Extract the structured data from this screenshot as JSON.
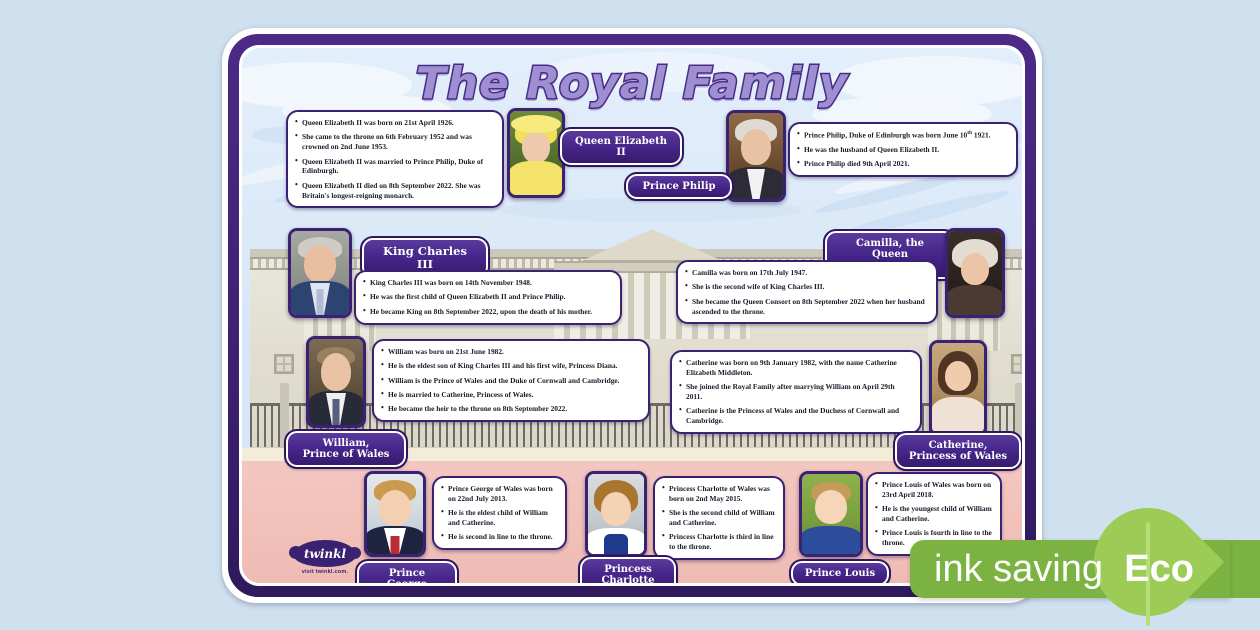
{
  "poster": {
    "title": "The Royal Family",
    "brand": {
      "name": "twinkl",
      "url": "visit twinkl.com."
    },
    "eco_badge": {
      "text": "ink saving",
      "word": "Eco"
    }
  },
  "colors": {
    "purple": "#3b2172",
    "purple_light": "#5a3a9b",
    "title_fill": "#9e8fd0",
    "sky": "#d7e6f7",
    "road": "#f2c1ba",
    "eco_green": "#7bb241",
    "leaf_green": "#9ccc55"
  },
  "members": [
    {
      "id": "queen-elizabeth-ii",
      "name": "Queen Elizabeth II",
      "facts": [
        "Queen Elizabeth II was born on 21st April 1926.",
        "She came to the throne on 6th February 1952 and was crowned on 2nd June 1953.",
        "Queen Elizabeth II was married to Prince Philip, Duke of Edinburgh.",
        "Queen Elizabeth II died on 8th September 2022. She was Britain's longest-reigning monarch."
      ]
    },
    {
      "id": "prince-philip",
      "name": "Prince Philip",
      "facts": [
        "Prince Philip, Duke of Edinburgh was born June 10th 1921.",
        "He was the husband of Queen Elizabeth II.",
        "Prince Philip died 9th April 2021."
      ]
    },
    {
      "id": "king-charles-iii",
      "name": "King Charles III",
      "facts": [
        "King Charles III was born on 14th November 1948.",
        "He was the first child of Queen Elizabeth II and Prince Philip.",
        "He became King on 8th September 2022, upon the death of his mother."
      ]
    },
    {
      "id": "camilla-queen-consort",
      "name": "Camilla, the Queen\nConsort",
      "facts": [
        "Camilla was born on 17th July 1947.",
        "She is the second wife of King Charles III.",
        "She became the Queen Consort on 8th September 2022 when her husband ascended to the throne."
      ]
    },
    {
      "id": "william-prince-of-wales",
      "name": "William,\nPrince of Wales",
      "facts": [
        "William was born on 21st June 1982.",
        "He is the eldest son of King Charles III and his first wife, Princess Diana.",
        "William is the Prince of Wales and the Duke of Cornwall and Cambridge.",
        "He is married to Catherine, Princess of Wales.",
        "He became the heir to the throne on 8th September 2022."
      ]
    },
    {
      "id": "catherine-princess-of-wales",
      "name": "Catherine,\nPrincess of Wales",
      "facts": [
        "Catherine was born on 9th January 1982, with the name Catherine Elizabeth Middleton.",
        "She joined the Royal Family after marrying William on April 29th 2011.",
        "Catherine is the Princess of Wales and the Duchess of Cornwall and Cambridge."
      ]
    },
    {
      "id": "prince-george",
      "name": "Prince George",
      "facts": [
        "Prince George of Wales was born on 22nd July 2013.",
        "He is the eldest child of William and Catherine.",
        "He is second in line to the throne."
      ]
    },
    {
      "id": "princess-charlotte",
      "name": "Princess\nCharlotte",
      "facts": [
        "Princess Charlotte of Wales was born on 2nd May 2015.",
        "She is the second child of William and Catherine.",
        "Princess Charlotte is third in line to the throne."
      ]
    },
    {
      "id": "prince-louis",
      "name": "Prince Louis",
      "facts": [
        "Prince Louis of Wales was born on 23rd April 2018.",
        "He is the youngest child of William and Catherine.",
        "Prince Louis is fourth in line to the throne."
      ]
    }
  ]
}
